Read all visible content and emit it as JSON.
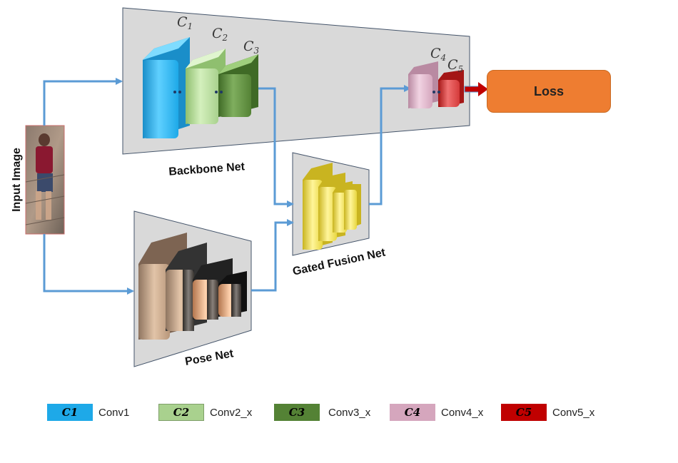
{
  "diagram": {
    "input_label": "Input Image",
    "nets": {
      "backbone": "Backbone Net",
      "pose": "Pose Net",
      "fusion": "Gated Fusion Net"
    },
    "loss_label": "Loss",
    "block_labels": {
      "c1": {
        "main": "C",
        "sub": "1"
      },
      "c2": {
        "main": "C",
        "sub": "2"
      },
      "c3": {
        "main": "C",
        "sub": "3"
      },
      "c4": {
        "main": "C",
        "sub": "4"
      },
      "c5": {
        "main": "C",
        "sub": "5"
      }
    }
  },
  "legend": [
    {
      "key": "C1",
      "desc": "Conv1",
      "color": "#1ea9e8"
    },
    {
      "key": "C2",
      "desc": "Conv2_x",
      "color": "#a9d18e"
    },
    {
      "key": "C3",
      "desc": "Conv3_x",
      "color": "#548235"
    },
    {
      "key": "C4",
      "desc": "Conv4_x",
      "color": "#d5a6bd"
    },
    {
      "key": "C5",
      "desc": "Conv5_x",
      "color": "#c00000"
    }
  ],
  "colors": {
    "arrow": "#5b9bd5",
    "panel": "#d9d9d9",
    "loss": "#ee7d31",
    "fusion_block": "#f2e34a",
    "pose_block_light": "#e8b48c"
  }
}
